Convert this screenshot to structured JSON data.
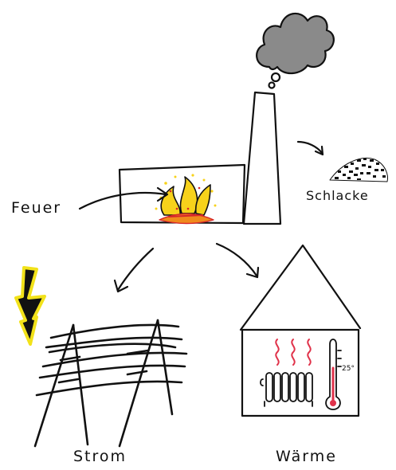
{
  "labels": {
    "feuer": "Feuer",
    "schlacke": "Schlacke",
    "strom": "Strom",
    "waerme": "Wärme",
    "temperature": "25°"
  },
  "colors": {
    "ink": "#111111",
    "smoke": "#8a8a8a",
    "flame_yellow": "#f7d21b",
    "flame_orange": "#f08a1c",
    "flame_red": "#d7262a",
    "heat_waves": "#e0324a",
    "lightning": "#f2e21a"
  },
  "icons": [
    "smoke-cloud-icon",
    "fire-icon",
    "slag-pile-icon",
    "lightning-bolt-icon",
    "power-pylon-icon",
    "radiator-icon",
    "thermometer-icon"
  ]
}
